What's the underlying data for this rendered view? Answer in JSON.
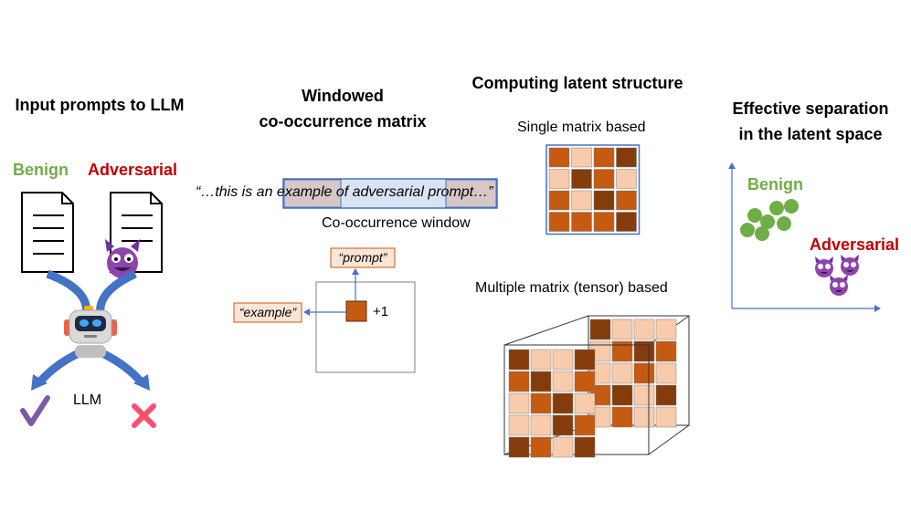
{
  "headings": {
    "input": "Input prompts to LLM",
    "window_l1": "Windowed",
    "window_l2": "co-occurrence matrix",
    "latent": "Computing latent structure",
    "separation_l1": "Effective separation",
    "separation_l2": "in the latent space"
  },
  "left": {
    "benign": "Benign",
    "adversarial": "Adversarial",
    "llm": "LLM"
  },
  "window": {
    "sentence": "“…this is an example of adversarial prompt…”",
    "caption": "Co-occurrence window",
    "token_prompt": "“prompt”",
    "token_example": "“example”",
    "increment": "+1"
  },
  "latent": {
    "single": "Single matrix based",
    "multiple": "Multiple matrix (tensor) based"
  },
  "plot": {
    "benign": "Benign",
    "adversarial": "Adversarial"
  },
  "colors": {
    "benign_green": "#70ad47",
    "adversarial_red": "#c00000",
    "arrow_blue": "#4472c4",
    "cell_dark": "#843c0c",
    "cell_mid": "#c55a11",
    "cell_light": "#f8cbad",
    "purple": "#7030a0"
  }
}
